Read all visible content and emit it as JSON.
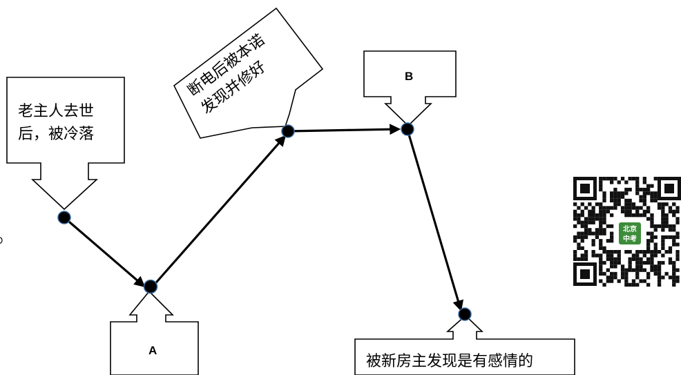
{
  "diagram": {
    "callouts": {
      "start": [
        "老主人去世",
        "后，被冷落"
      ],
      "repaired": [
        "断电后被本诺",
        "发现并修好"
      ],
      "b": "B",
      "a": "A",
      "end": "被新房主发现是有感情的"
    },
    "qr_code": {
      "badge_line1": "北京",
      "badge_line2": "中考",
      "badge_color": "#3d8c3a"
    }
  }
}
